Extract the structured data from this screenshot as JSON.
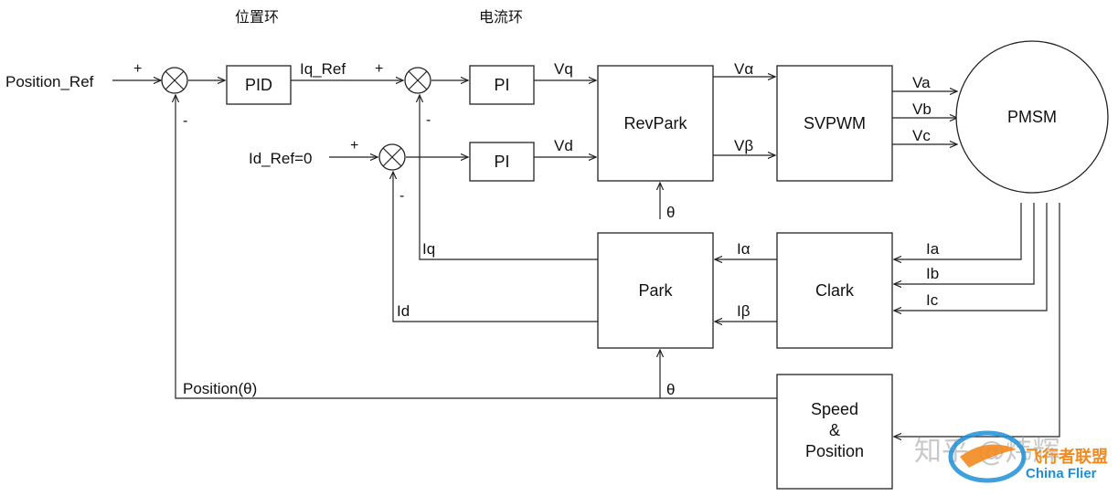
{
  "headers": {
    "position_loop": "位置环",
    "current_loop": "电流环"
  },
  "blocks": {
    "pid": "PID",
    "pi_q": "PI",
    "pi_d": "PI",
    "revpark": "RevPark",
    "svpwm": "SVPWM",
    "pmsm": "PMSM",
    "park": "Park",
    "clark": "Clark",
    "speed_line1": "Speed",
    "speed_line2": "&",
    "speed_line3": "Position"
  },
  "signals": {
    "position_ref": "Position_Ref",
    "iq_ref": "Iq_Ref",
    "id_ref": "Id_Ref=0",
    "vq": "Vq",
    "vd": "Vd",
    "v_alpha": "Vα",
    "v_beta": "Vβ",
    "va": "Va",
    "vb": "Vb",
    "vc": "Vc",
    "ia": "Ia",
    "ib": "Ib",
    "ic": "Ic",
    "i_alpha": "Iα",
    "i_beta": "Iβ",
    "iq": "Iq",
    "id": "Id",
    "theta_revpark": "θ",
    "theta_park": "θ",
    "position_theta": "Position(θ)"
  },
  "signs": {
    "sum1_plus": "+",
    "sum1_minus": "-",
    "sum2_plus": "+",
    "sum2_minus": "-",
    "sum3_plus": "+",
    "sum3_minus": "-"
  },
  "watermark": {
    "zhihu": "知乎 @炜辉",
    "brand_cn": "飞行者联盟",
    "brand_en": "China Flier"
  }
}
